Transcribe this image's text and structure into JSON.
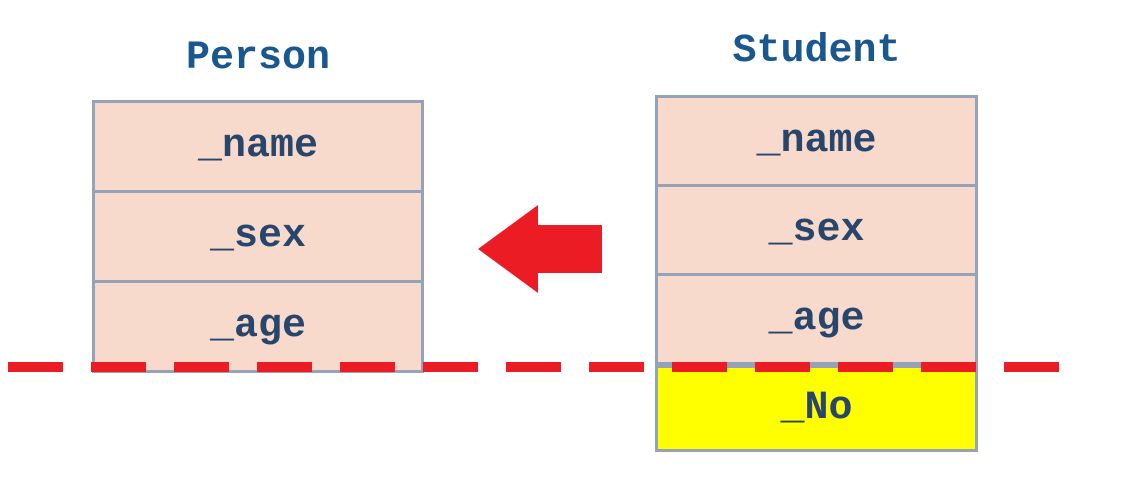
{
  "diagram": {
    "person": {
      "title": "Person",
      "fields": [
        "_name",
        "_sex",
        "_age"
      ]
    },
    "student": {
      "title": "Student",
      "fields": [
        "_name",
        "_sex",
        "_age"
      ],
      "extra_field": "_No"
    },
    "arrow": {
      "icon": "left-block-arrow",
      "direction": "left"
    },
    "colors": {
      "field_fill": "#F8DACC",
      "extra_field_fill": "#FFFF00",
      "box_border": "#96A2B8",
      "title_text": "#1A578E",
      "field_text": "#28466C",
      "accent_red": "#EC1C24"
    }
  }
}
